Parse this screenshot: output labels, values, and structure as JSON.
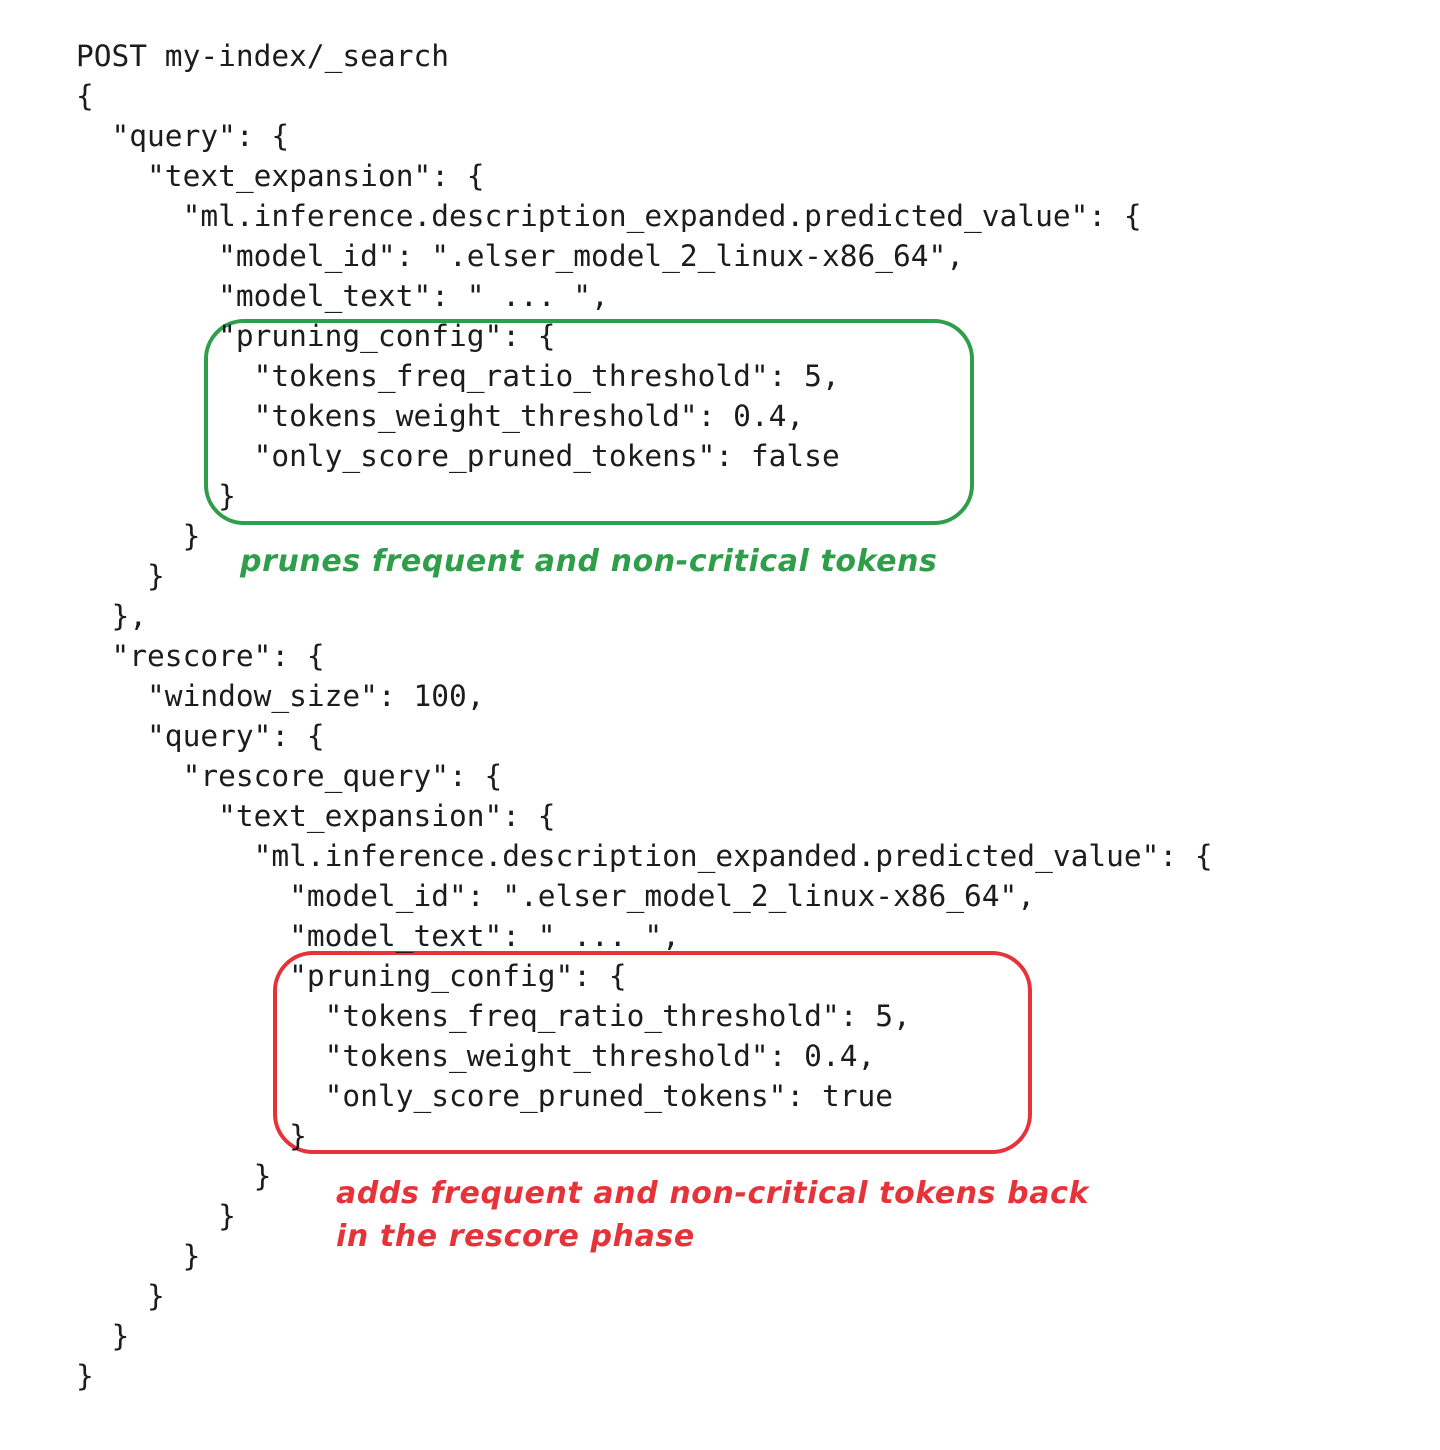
{
  "meta": {
    "background_color": "#ffffff",
    "code_color": "#1c1c1c",
    "green_accent": "#2e9e4b",
    "red_accent": "#e4343a"
  },
  "code": {
    "request_line": "POST my-index/_search",
    "lines": [
      "POST my-index/_search",
      "{",
      "  \"query\": {",
      "    \"text_expansion\": {",
      "      \"ml.inference.description_expanded.predicted_value\": {",
      "        \"model_id\": \".elser_model_2_linux-x86_64\",",
      "        \"model_text\": \" ... \",",
      "        \"pruning_config\": {",
      "          \"tokens_freq_ratio_threshold\": 5,",
      "          \"tokens_weight_threshold\": 0.4,",
      "          \"only_score_pruned_tokens\": false",
      "        }",
      "      }",
      "    }",
      "  },",
      "  \"rescore\": {",
      "    \"window_size\": 100,",
      "    \"query\": {",
      "      \"rescore_query\": {",
      "        \"text_expansion\": {",
      "          \"ml.inference.description_expanded.predicted_value\": {",
      "            \"model_id\": \".elser_model_2_linux-x86_64\",",
      "            \"model_text\": \" ... \",",
      "            \"pruning_config\": {",
      "              \"tokens_freq_ratio_threshold\": 5,",
      "              \"tokens_weight_threshold\": 0.4,",
      "              \"only_score_pruned_tokens\": true",
      "            }",
      "          }",
      "        }",
      "      }",
      "    }",
      "  }",
      "}"
    ]
  },
  "annotations": {
    "query_phase": {
      "color": "#2e9e4b",
      "label_lines": [
        "prunes frequent and non-critical tokens"
      ],
      "highlighted_keys": [
        "pruning_config",
        "tokens_freq_ratio_threshold",
        "tokens_weight_threshold",
        "only_score_pruned_tokens"
      ],
      "highlighted_values": {
        "tokens_freq_ratio_threshold": "5",
        "tokens_weight_threshold": "0.4",
        "only_score_pruned_tokens": "false"
      }
    },
    "rescore_phase": {
      "color": "#e4343a",
      "label_lines": [
        "adds frequent and non-critical tokens back",
        "in the rescore phase"
      ],
      "highlighted_keys": [
        "pruning_config",
        "tokens_freq_ratio_threshold",
        "tokens_weight_threshold",
        "only_score_pruned_tokens"
      ],
      "highlighted_values": {
        "tokens_freq_ratio_threshold": "5",
        "tokens_weight_threshold": "0.4",
        "only_score_pruned_tokens": "true"
      }
    }
  }
}
